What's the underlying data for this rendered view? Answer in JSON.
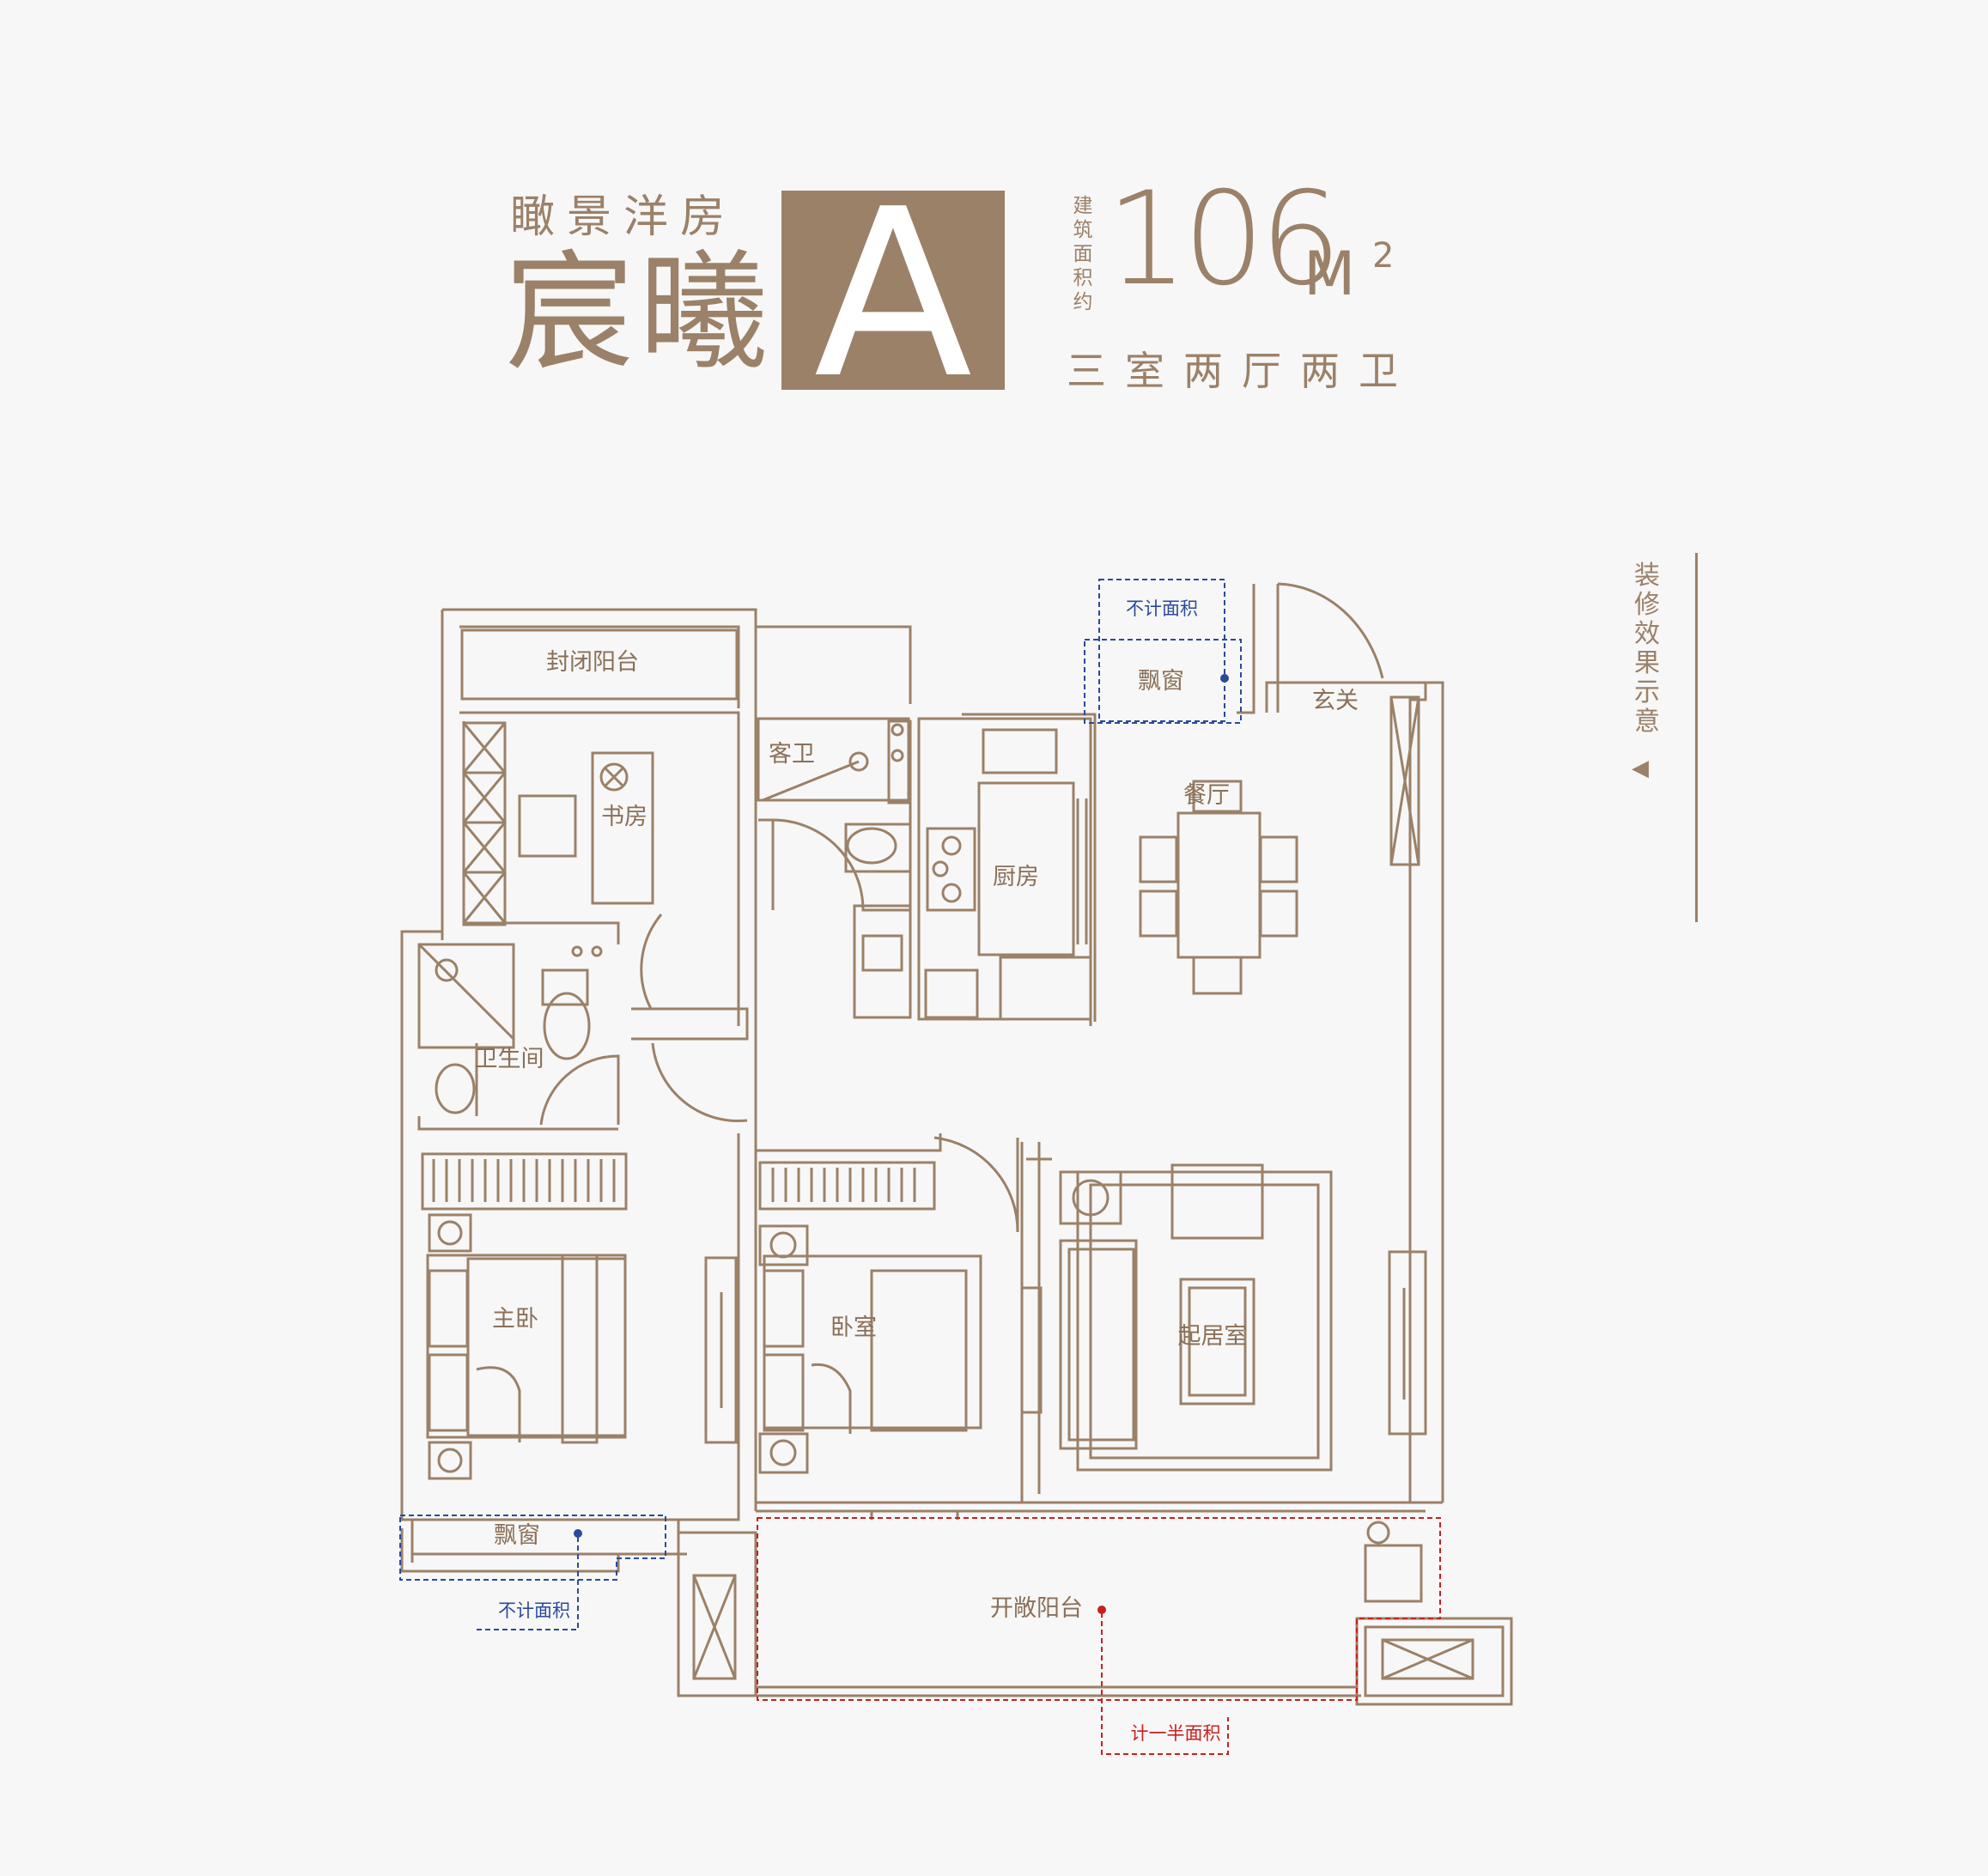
{
  "header": {
    "subtitle": "瞰景洋房",
    "series_name": "宸曦",
    "type_letter": "A",
    "area_label": "建筑面积约",
    "area_value": "106",
    "area_unit": "M",
    "area_unit_sup": "2",
    "layout_desc": "三室两厅两卫"
  },
  "side_note": "装修效果示意",
  "rooms": {
    "enclosed_balcony": "封闭阳台",
    "study": "书房",
    "guest_bath": "客卫",
    "kitchen": "厨房",
    "bay_window_top": "飘窗",
    "entrance": "玄关",
    "dining": "餐厅",
    "bathroom": "卫生间",
    "master_bedroom": "主卧",
    "bedroom": "卧室",
    "living_room": "起居室",
    "bay_window_bottom": "飘窗",
    "open_balcony": "开敞阳台"
  },
  "notes": {
    "not_counted_top": "不计面积",
    "not_counted_bottom": "不计面积",
    "half_counted": "计一半面积"
  },
  "colors": {
    "brand": "#9b8168",
    "line": "#9b8168",
    "blue_note": "#2a4a9c",
    "red_note": "#c8201e",
    "background": "#f7f7f7"
  }
}
